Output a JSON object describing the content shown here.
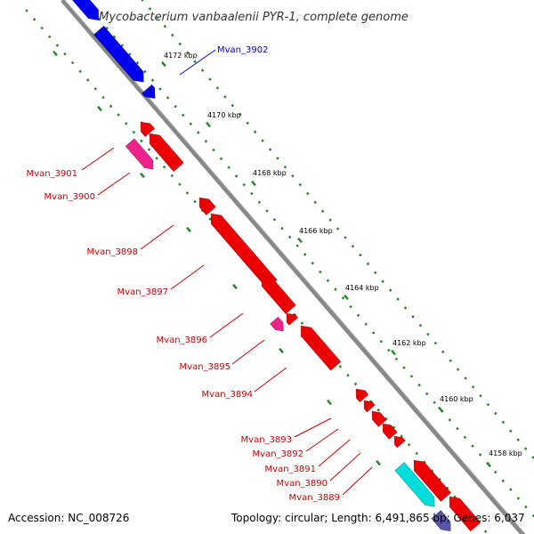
{
  "title": "Mycobacterium vanbaalenii PYR-1, complete genome",
  "footer": {
    "accession": "Accession: NC_008726",
    "summary": "Topology: circular; Length: 6,491,865 bp; Genes: 6,037"
  },
  "scale_labels": [
    "4172 kbp",
    "4170 kbp",
    "4168 kbp",
    "4166 kbp",
    "4164 kbp",
    "4162 kbp",
    "4160 kbp",
    "4158 kbp"
  ],
  "gene_labels": [
    {
      "name": "Mvan_3902",
      "color": "#0000cc"
    },
    {
      "name": "Mvan_3901",
      "color": "#cc0000"
    },
    {
      "name": "Mvan_3900",
      "color": "#cc0000"
    },
    {
      "name": "Mvan_3898",
      "color": "#cc0000"
    },
    {
      "name": "Mvan_3897",
      "color": "#cc0000"
    },
    {
      "name": "Mvan_3896",
      "color": "#cc0000"
    },
    {
      "name": "Mvan_3895",
      "color": "#cc0000"
    },
    {
      "name": "Mvan_3894",
      "color": "#cc0000"
    },
    {
      "name": "Mvan_3893",
      "color": "#cc0000"
    },
    {
      "name": "Mvan_3892",
      "color": "#cc0000"
    },
    {
      "name": "Mvan_3891",
      "color": "#cc0000"
    },
    {
      "name": "Mvan_3890",
      "color": "#cc0000"
    },
    {
      "name": "Mvan_3889",
      "color": "#cc0000"
    }
  ],
  "colors": {
    "backbone": "#888888",
    "forward_gene": "#0000ee",
    "reverse_gene": "#ee0000",
    "rna_gene": "#ee2288",
    "other_gene": "#00dddd",
    "dots": "#228822"
  }
}
